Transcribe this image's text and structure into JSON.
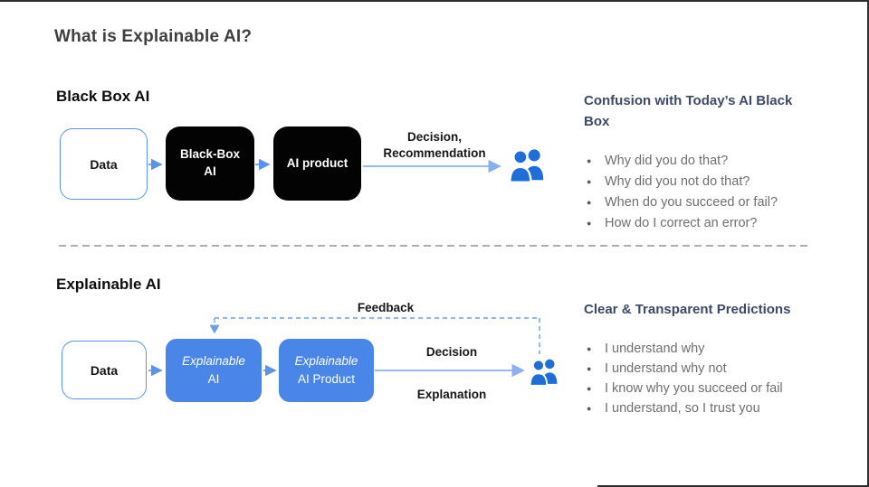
{
  "title": "What is Explainable AI?",
  "colors": {
    "box_blue": "#4a86e8",
    "arrow_blue": "#5b93e8",
    "arrow_light": "#8ab0f0",
    "dashed_feedback_blue": "#6d9eeb",
    "people_blue": "#1d6ed8",
    "panel_heading_navy": "#3c4a66",
    "bullet_gray": "#6f6f6f",
    "divider_gray": "#a3a3a3"
  },
  "blackbox": {
    "heading": "Black Box AI",
    "flow": {
      "data": "Data",
      "ai_line1": "Black-Box",
      "ai_line2": "AI",
      "product": "AI product",
      "output_line1": "Decision,",
      "output_line2": "Recommendation"
    },
    "panel": {
      "heading": "Confusion with Today’s AI Black Box",
      "bullets": [
        "Why did you do that?",
        "Why did you not do that?",
        "When do you succeed or fail?",
        "How do I correct an error?"
      ]
    }
  },
  "explainable": {
    "heading": "Explainable AI",
    "flow": {
      "data": "Data",
      "ai_line1": "Explainable",
      "ai_line2": "AI",
      "product_line1": "Explainable",
      "product_line2": "AI Product",
      "feedback": "Feedback",
      "decision": "Decision",
      "explanation": "Explanation"
    },
    "panel": {
      "heading": "Clear & Transparent Predictions",
      "bullets": [
        "I understand why",
        "I understand why not",
        "I know why you succeed or fail",
        "I understand, so I trust you"
      ]
    }
  }
}
